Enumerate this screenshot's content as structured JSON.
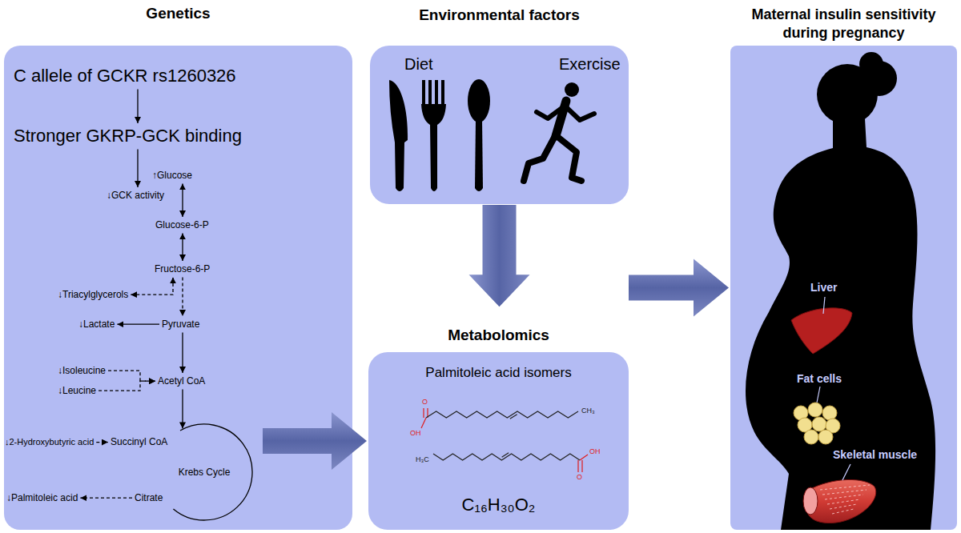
{
  "diagram": {
    "nodes": [
      {
        "text": [
          "Genetics"
        ]
      },
      {
        "text": [
          "C allele of GCKR rs1260326"
        ],
        "in": 0
      },
      {
        "text": [
          "Stronger GKRP-GCK binding"
        ],
        "in": 0
      },
      {
        "text": [
          "↑Glucose"
        ],
        "in": 0
      },
      {
        "text": [
          "↓GCK activity"
        ],
        "in": 0
      },
      {
        "text": [
          "Glucose-6-P"
        ],
        "in": 0
      },
      {
        "text": [
          "Fructose-6-P"
        ],
        "in": 0
      },
      {
        "text": [
          "↓Triacylglycerols"
        ],
        "in": 0
      },
      {
        "text": [
          "↓Lactate"
        ],
        "in": 0
      },
      {
        "text": [
          "Pyruvate"
        ],
        "in": 0
      },
      {
        "text": [
          "↓Isoleucine"
        ],
        "in": 0
      },
      {
        "text": [
          "↓Leucine"
        ],
        "in": 0
      },
      {
        "text": [
          "Acetyl CoA"
        ],
        "in": 0
      },
      {
        "text": [
          "↓2-Hydroxybutyric acid"
        ],
        "in": 0
      },
      {
        "text": [
          "Succinyl CoA"
        ],
        "in": 0
      },
      {
        "text": [
          "Krebs Cycle"
        ],
        "in": 0
      },
      {
        "text": [
          "↓Palmitoleic acid"
        ],
        "in": 0
      },
      {
        "text": [
          "Citrate"
        ],
        "in": 0
      },
      {
        "text": [
          "Environmental factors",
          "Diet",
          "Exercise"
        ]
      },
      {
        "text": [
          "Metabolomics",
          "Palmitoleic acid isomers",
          "C₁₆H₃₀O₂"
        ]
      },
      {
        "text": [
          "Maternal insulin sensitivity during pregnancy"
        ]
      }
    ],
    "edges": [
      {
        "from": 1,
        "to": 2,
        "arrow": "to"
      },
      {
        "from": 2,
        "to": 4,
        "arrow": "to"
      },
      {
        "from": 3,
        "to": 5,
        "arrow": "both"
      },
      {
        "from": 5,
        "to": 6,
        "arrow": "both"
      },
      {
        "from": 6,
        "to": 9,
        "arrow": "to"
      },
      {
        "from": 7,
        "to": 6,
        "arrow": "both"
      },
      {
        "from": 9,
        "to": 8,
        "arrow": "to"
      },
      {
        "from": 9,
        "to": 12,
        "arrow": "to"
      },
      {
        "from": 10,
        "to": 12,
        "arrow": "to"
      },
      {
        "from": 11,
        "to": 12,
        "arrow": "to"
      },
      {
        "from": 12,
        "to": 15,
        "arrow": "to"
      },
      {
        "from": 13,
        "to": 14,
        "arrow": "to"
      },
      {
        "from": 17,
        "to": 16,
        "arrow": "to"
      },
      {
        "from": 0,
        "to": 19,
        "arrow": "to"
      },
      {
        "from": 18,
        "to": 19,
        "arrow": "to"
      },
      {
        "from": 19,
        "to": 20,
        "arrow": "to"
      }
    ],
    "labels": [
      "Liver",
      "Fat cells",
      "Skeletal muscle",
      "O",
      "OH",
      "CH₃",
      "H₃C",
      "OH",
      "O"
    ]
  }
}
